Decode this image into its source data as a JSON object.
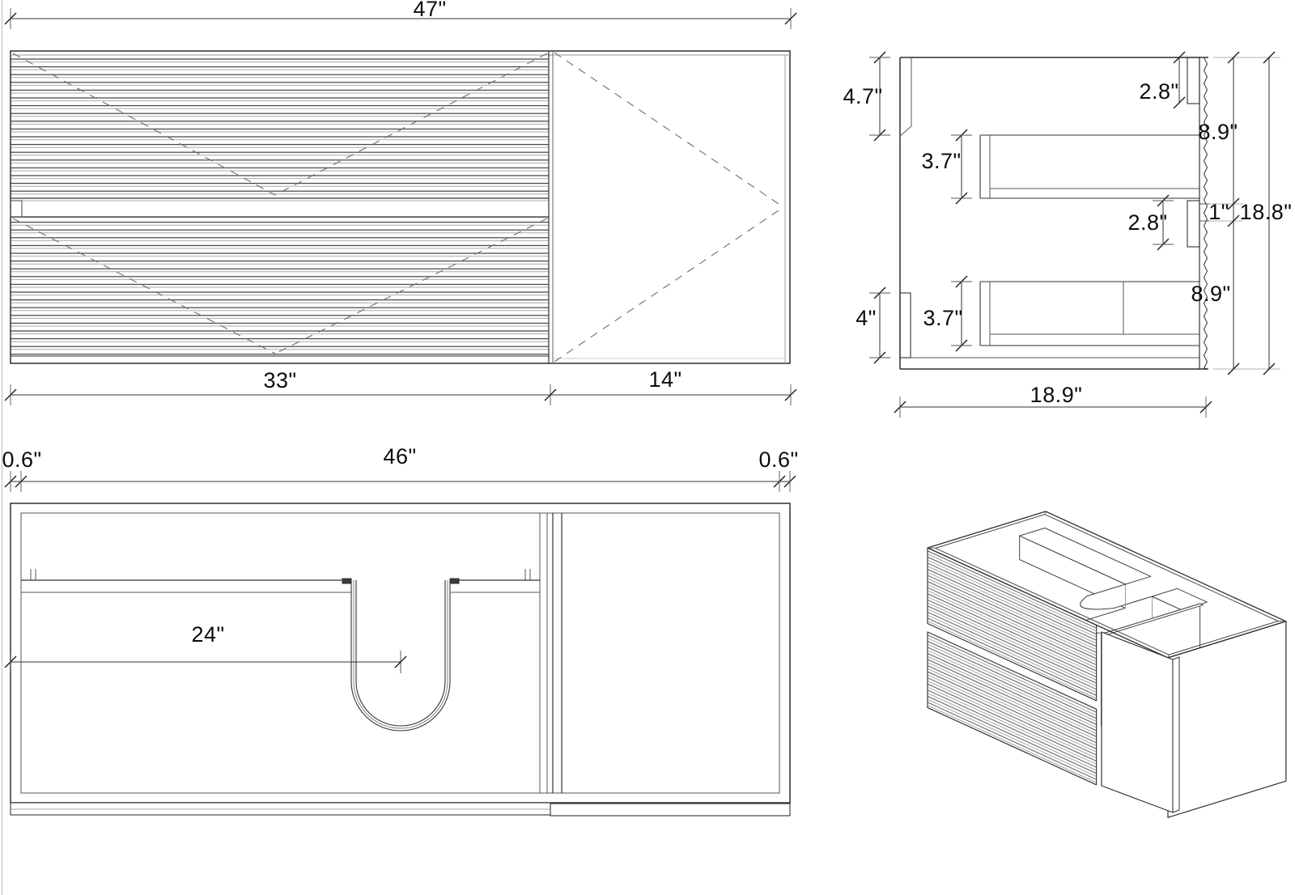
{
  "front_view": {
    "overall_width": "47\"",
    "fluted_section_width": "33\"",
    "door_section_width": "14\""
  },
  "side_view": {
    "top_hanging_rail": "4.7\"",
    "upper_drawer_inner_depth": "3.7\"",
    "top_mount_rail": "2.8\"",
    "upper_front_height": "8.9\"",
    "mid_mount_rail": "2.8\"",
    "front_gap": "1\"",
    "overall_height": "18.8\"",
    "lower_front_height": "8.9\"",
    "lower_drawer_inner_depth": "3.7\"",
    "bottom_hanging_rail": "4\"",
    "overall_depth": "18.9\""
  },
  "plan_view": {
    "left_wall_thickness": "0.6\"",
    "interior_width": "46\"",
    "right_wall_thickness": "0.6\"",
    "sink_center_offset": "24\""
  }
}
